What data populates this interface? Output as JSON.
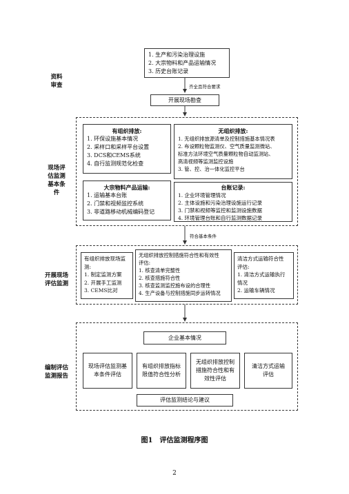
{
  "sections": {
    "s1": "资料\n审查",
    "s2": "现场评\n估监测\n基本条\n件",
    "s3": "开展现场\n评估监测",
    "s4": "编制评估\n监测报告"
  },
  "review_box": "1. 生产和污染治理设施\n2. 大宗物料和产品运输情况\n3. 历史台账记录",
  "edge1_label": "齐全且符合要求",
  "site_survey": "开展现场勘查",
  "organized": {
    "title": "有组织排放:",
    "items": "1. 环保设施基本情况\n2. 采样口和采样平台设置\n3. DCS和CEMS系统\n4. 自行监测规范化检查"
  },
  "unorganized": {
    "title": "无组织排放:",
    "items": "1. 无组织排放源清单及控制措施基本情况表\n2. 布设颗粒物监测仪、空气质量监测微站、\n    标准方法环境空气质量颗粒物自动监测站、\n    高清视频等监测监控设施\n3. 管、控、治一体化监控平台"
  },
  "transport": {
    "title": "大宗物料产品运输:",
    "items": "1. 运输基本台账\n2. 门禁和视频监控系统\n3. 非道路移动机械编码登记"
  },
  "ledger": {
    "title": "台账记录:",
    "items": "1. 企业环境管理情况\n2. 主体设施和污染治理设施运行记录\n3. 门禁和视频等监控和监测设施数据\n4. 环境管理台账和自行监测数据记录"
  },
  "edge2_label": "符合基本条件",
  "org_monitor": "有组织排放现场监测:\n1. 制定监测方案\n2. 开展手工监测\n3. CEMS比对",
  "unorg_assess": "无组织排放控制措施符合性和有效性\n评估:\n1. 核查清单完整性\n2. 核查措施符合性\n3. 核查监测监控施布设的合理性\n4. 生产设备与控制措施同步运转情况",
  "clean_transport": "清洁方式运输符合性\n评估:\n1. 清洁方式运输执行\n    情况\n2. 运输车辆情况",
  "enterprise_basic": "企业基本情况",
  "report_items": [
    "现场评估监测基\n本条件评估",
    "有组织排放指标\n限值符合性分析",
    "无组织排放控制\n措施符合性和有\n效性评估",
    "清洁方式运输\n评估"
  ],
  "conclusion": "评估监测结论与建议",
  "caption": "图1　评估监测程序图",
  "page_number": "2"
}
